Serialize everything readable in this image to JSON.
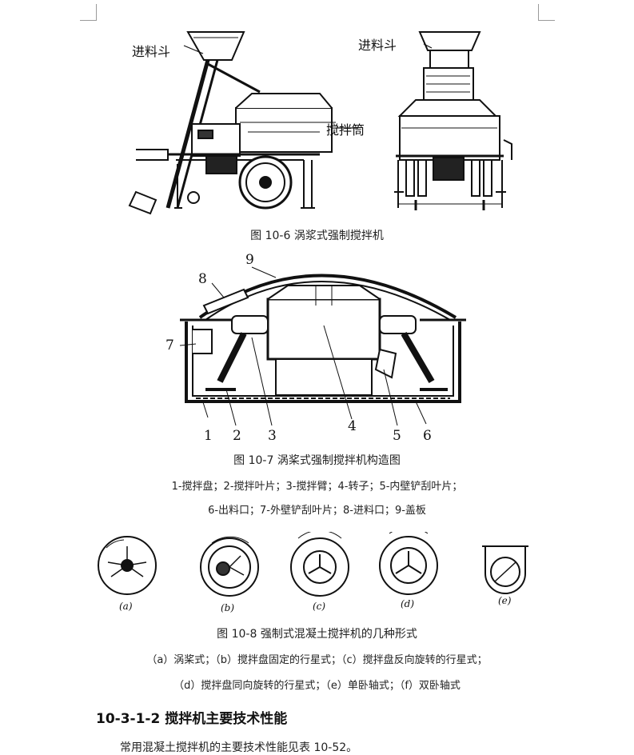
{
  "figure1": {
    "label_left": "进料斗",
    "label_right_top": "进料斗",
    "label_right_mid": "搅拌筒",
    "caption": "图 10-6  涡浆式强制搅拌机"
  },
  "figure2": {
    "part_numbers": [
      "1",
      "2",
      "3",
      "4",
      "5",
      "6",
      "7",
      "8",
      "9"
    ],
    "caption": "图 10-7  涡桨式强制搅拌机构造图",
    "legend_line1": "1-搅拌盘；2-搅拌叶片；3-搅拌臂；4-转子；5-内壁铲刮叶片；",
    "legend_line2": "6-出料口；7-外壁铲刮叶片；8-进料口；9-盖板"
  },
  "figure3": {
    "sub_labels": [
      "(a)",
      "(b)",
      "(c)",
      "(d)",
      "(e)"
    ],
    "caption": "图 10-8  强制式混凝土搅拌机的几种形式",
    "legend_line1": "（a）涡桨式；（b）搅拌盘固定的行星式；（c）搅拌盘反向旋转的行星式；",
    "legend_line2": "（d）搅拌盘同向旋转的行星式；（e）单卧轴式；（f）双卧轴式"
  },
  "section": {
    "heading": "10-3-1-2  搅拌机主要技术性能",
    "paragraph": "常用混凝土搅拌机的主要技术性能见表 10-52。"
  }
}
